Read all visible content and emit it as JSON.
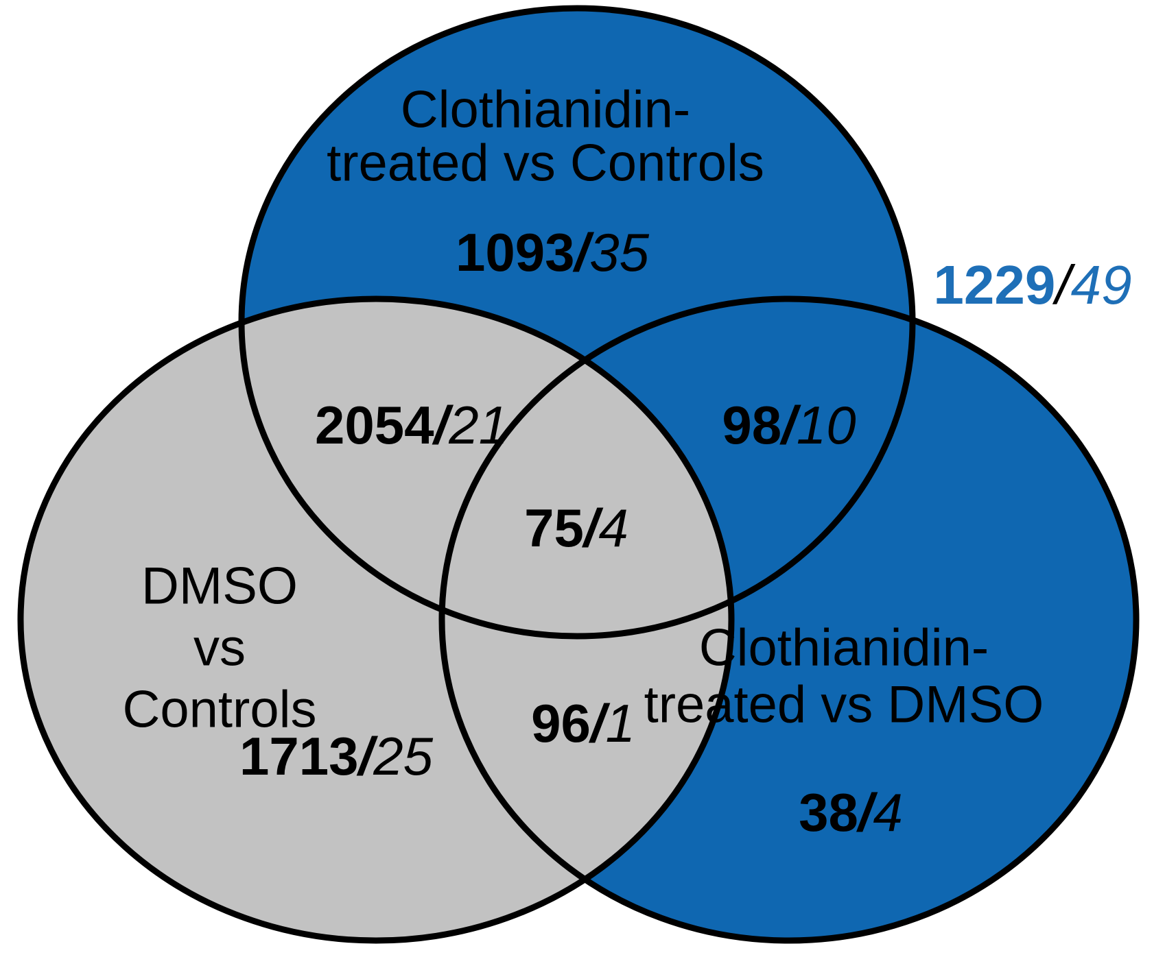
{
  "chart_data": {
    "type": "venn",
    "slash": "/",
    "sets": [
      {
        "id": "clothianidin-treated-vs-controls",
        "label_line1": "Clothianidin-",
        "label_line2": "treated vs Controls",
        "unique_bold": "1093",
        "unique_italic": "35",
        "fill": "#0f67b1"
      },
      {
        "id": "dmso-vs-controls",
        "label_line1": "DMSO",
        "label_line2": "vs",
        "label_line3": "Controls",
        "unique_bold": "1713",
        "unique_italic": "25",
        "fill": "#c2c2c2"
      },
      {
        "id": "clothianidin-treated-vs-dmso",
        "label_line1": "Clothianidin-",
        "label_line2": "treated vs DMSO",
        "unique_bold": "38",
        "unique_italic": "4",
        "fill": "#0f67b1"
      }
    ],
    "overlaps": [
      {
        "between": "clothianidin-treated-vs-controls & dmso-vs-controls",
        "bold": "2054",
        "italic": "21"
      },
      {
        "between": "clothianidin-treated-vs-controls & clothianidin-treated-vs-dmso",
        "bold": "98",
        "italic": "10"
      },
      {
        "between": "dmso-vs-controls & clothianidin-treated-vs-dmso",
        "bold": "96",
        "italic": "1"
      },
      {
        "between": "all-three",
        "bold": "75",
        "italic": "4"
      }
    ],
    "outside_label": {
      "bold": "1229",
      "italic": "49",
      "color": "#1e6fb7"
    },
    "colors": {
      "set_blue": "#0f67b1",
      "set_gray": "#c2c2c2",
      "outline": "#000000",
      "outside_label_blue": "#1e6fb7",
      "background": "#ffffff"
    }
  }
}
